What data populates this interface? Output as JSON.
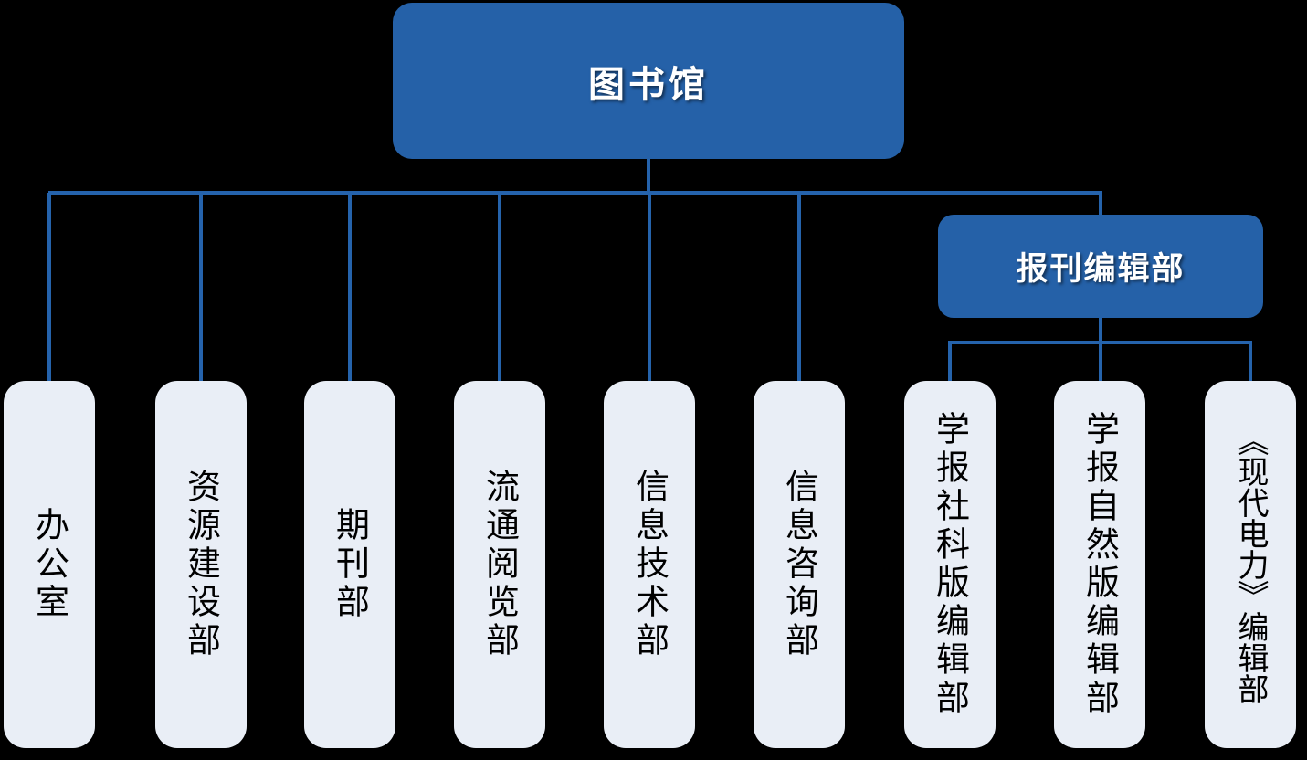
{
  "org_chart": {
    "title_node": {
      "label": "图书馆"
    },
    "branch_node": {
      "label": "报刊编辑部"
    },
    "departments": [
      {
        "label": "办公室"
      },
      {
        "label": "资源建设部"
      },
      {
        "label": "期刊部"
      },
      {
        "label": "流通阅览部"
      },
      {
        "label": "信息技术部"
      },
      {
        "label": "信息咨询部"
      }
    ],
    "branch_departments": [
      {
        "label": "学报社科版编辑部"
      },
      {
        "label": "学报自然版编辑部"
      },
      {
        "label": "《现代电力》编辑部"
      }
    ],
    "colors": {
      "parent_node_fill": "#2561A8",
      "parent_node_text": "#FFFFFF",
      "leaf_node_fill": "#E9EEF6",
      "leaf_node_text": "#000000",
      "connector": "#2563AC",
      "background": "#000000"
    }
  }
}
